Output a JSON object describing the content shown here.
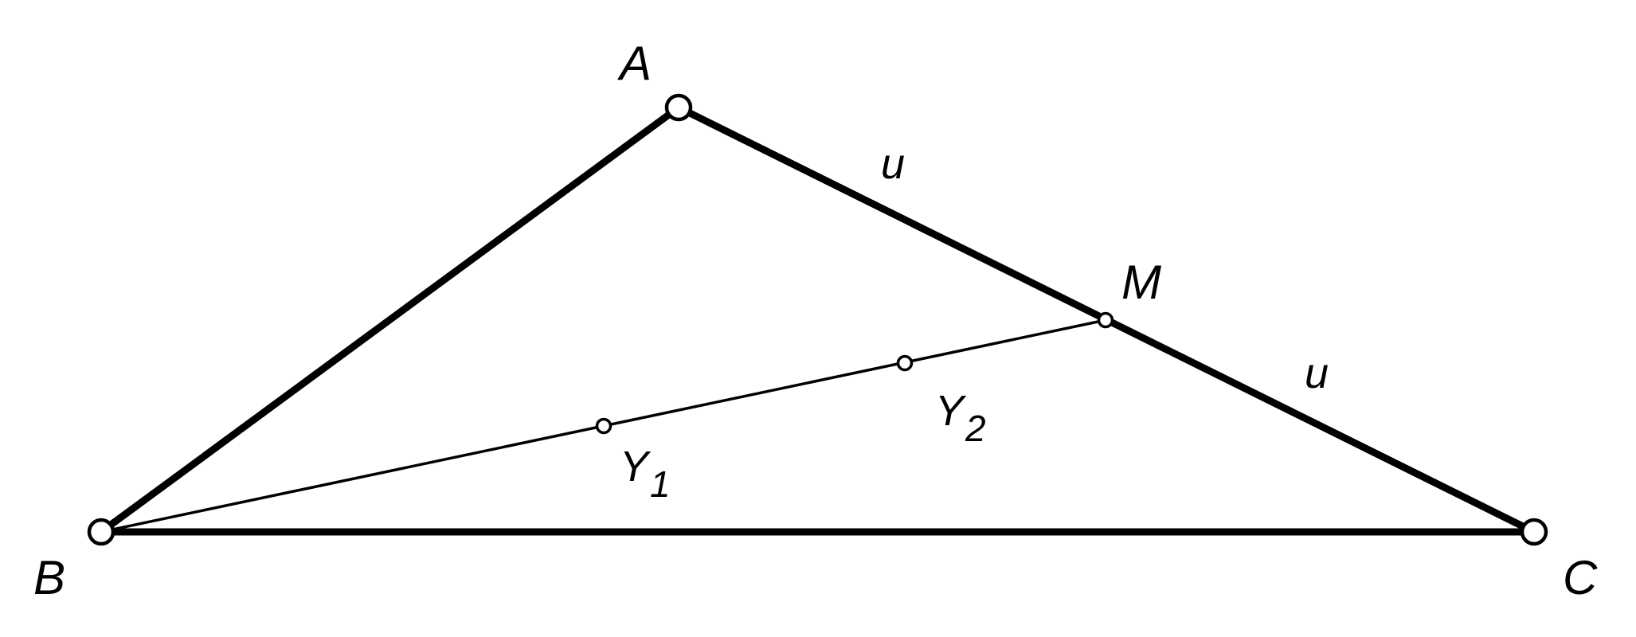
{
  "points": {
    "A": "A",
    "B": "B",
    "C": "C",
    "M": "M",
    "Y1": {
      "base": "Y",
      "sub": "1"
    },
    "Y2": {
      "base": "Y",
      "sub": "2"
    }
  },
  "segments": {
    "AM": "u",
    "MC": "u"
  }
}
